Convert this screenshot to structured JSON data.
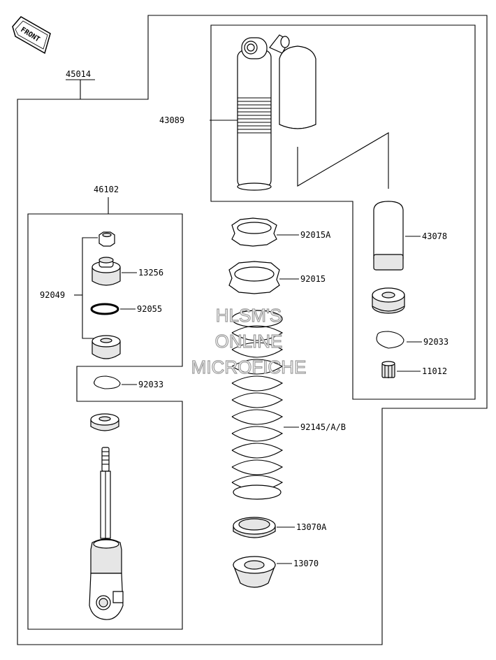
{
  "front_tag": "FRONT",
  "watermark": [
    "HLSM'S",
    "ONLINE",
    "MICROFICHE"
  ],
  "labels": {
    "assembly": "45014",
    "shock_body": "43089",
    "subassembly": "46102",
    "nut": "13256",
    "washer_group": "92049",
    "oring": "92055",
    "circlip_rod": "92033",
    "lock_nut_a": "92015A",
    "lock_nut": "92015",
    "bladder": "43078",
    "circlip_cap": "92033",
    "collar": "11012",
    "spring": "92145/A/B",
    "seat_a": "13070A",
    "seat": "13070"
  }
}
